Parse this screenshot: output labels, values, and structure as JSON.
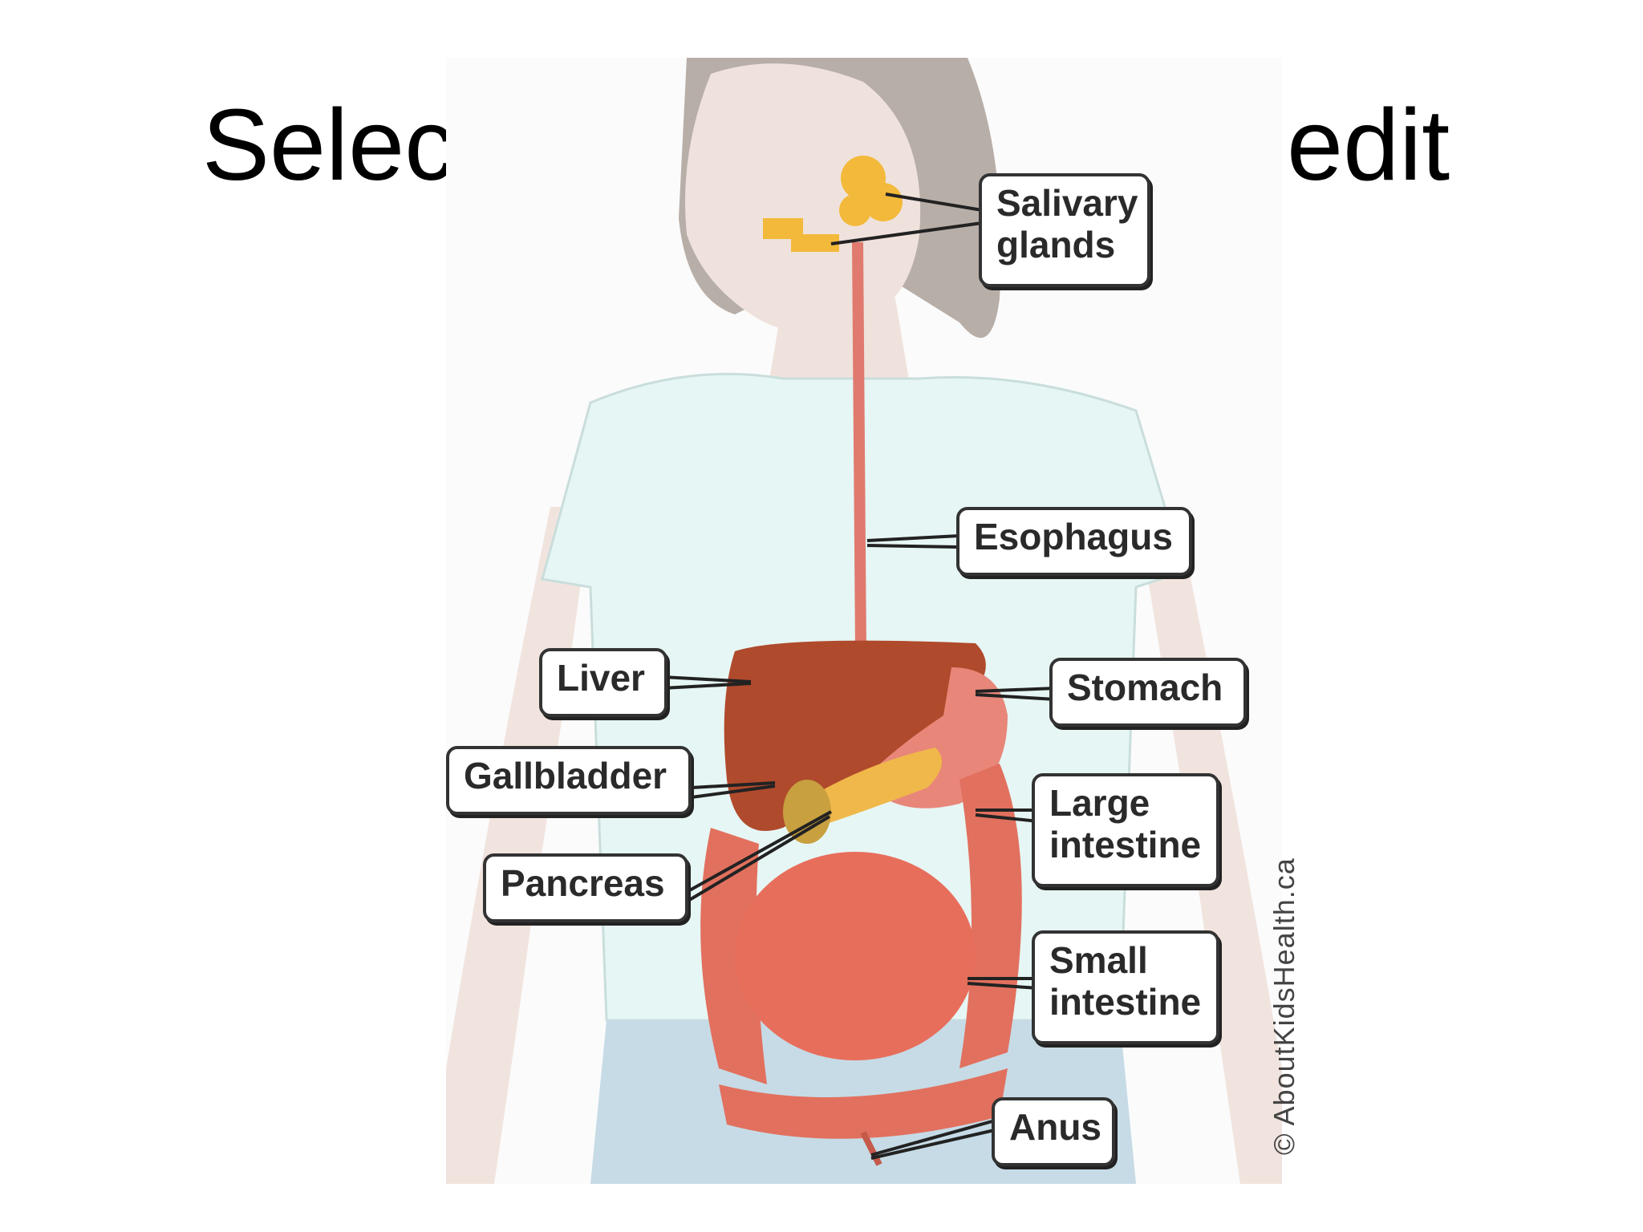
{
  "slide": {
    "title_left": "Selec",
    "title_right": "edit"
  },
  "diagram": {
    "labels": {
      "salivary": "Salivary\nglands",
      "esophagus": "Esophagus",
      "liver": "Liver",
      "stomach": "Stomach",
      "gallbladder": "Gallbladder",
      "large_intestine": "Large\nintestine",
      "pancreas": "Pancreas",
      "small_intestine": "Small\nintestine",
      "anus": "Anus"
    },
    "credit": "© AboutKidsHealth.ca"
  }
}
